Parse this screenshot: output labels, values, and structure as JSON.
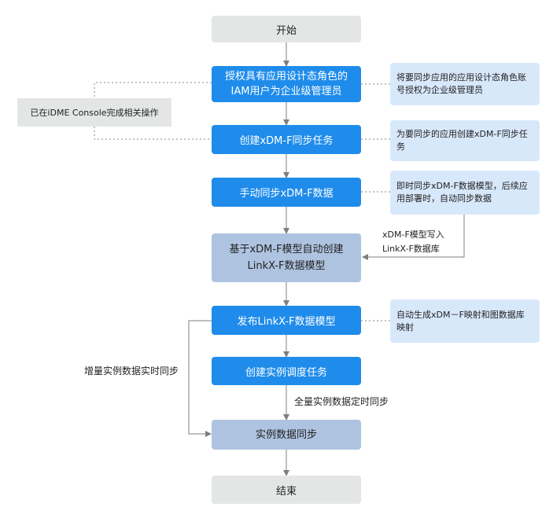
{
  "nodes": {
    "start": "开始",
    "step1_line1": "授权具有应用设计态角色的",
    "step1_line2": "IAM用户为企业级管理员",
    "step2": "创建xDM-F同步任务",
    "step3": "手动同步xDM-F数据",
    "step4_line1": "基于xDM-F模型自动创建",
    "step4_line2": "LinkX-F数据模型",
    "step5": "发布LinkX-F数据模型",
    "step6": "创建实例调度任务",
    "step7": "实例数据同步",
    "end": "结束"
  },
  "external": {
    "idme": "已在iDME Console完成相关操作"
  },
  "notes": {
    "n1_line1": "将要同步应用的应用设计态角色账",
    "n1_line2": "号授权为企业级管理员",
    "n2_line1": "为要同步的应用创建xDM-F同步任",
    "n2_line2": "务",
    "n3_line1": "即时同步xDM-F数据模型，后续应",
    "n3_line2": "用部署时，自动同步数据",
    "n5_line1": "自动生成xDM－F映射和图数据库",
    "n5_line2": "映射"
  },
  "labels": {
    "write_line1": "xDM-F模型写入",
    "write_line2": "LinkX-F数据库",
    "incremental": "增量实例数据实时同步",
    "full": "全量实例数据定时同步"
  },
  "colors": {
    "blue": "#1f8ceb",
    "light_blue": "#aec3e0",
    "note": "#d8e8fb",
    "grey": "#e4e6e6",
    "line": "#7f7f7f"
  }
}
